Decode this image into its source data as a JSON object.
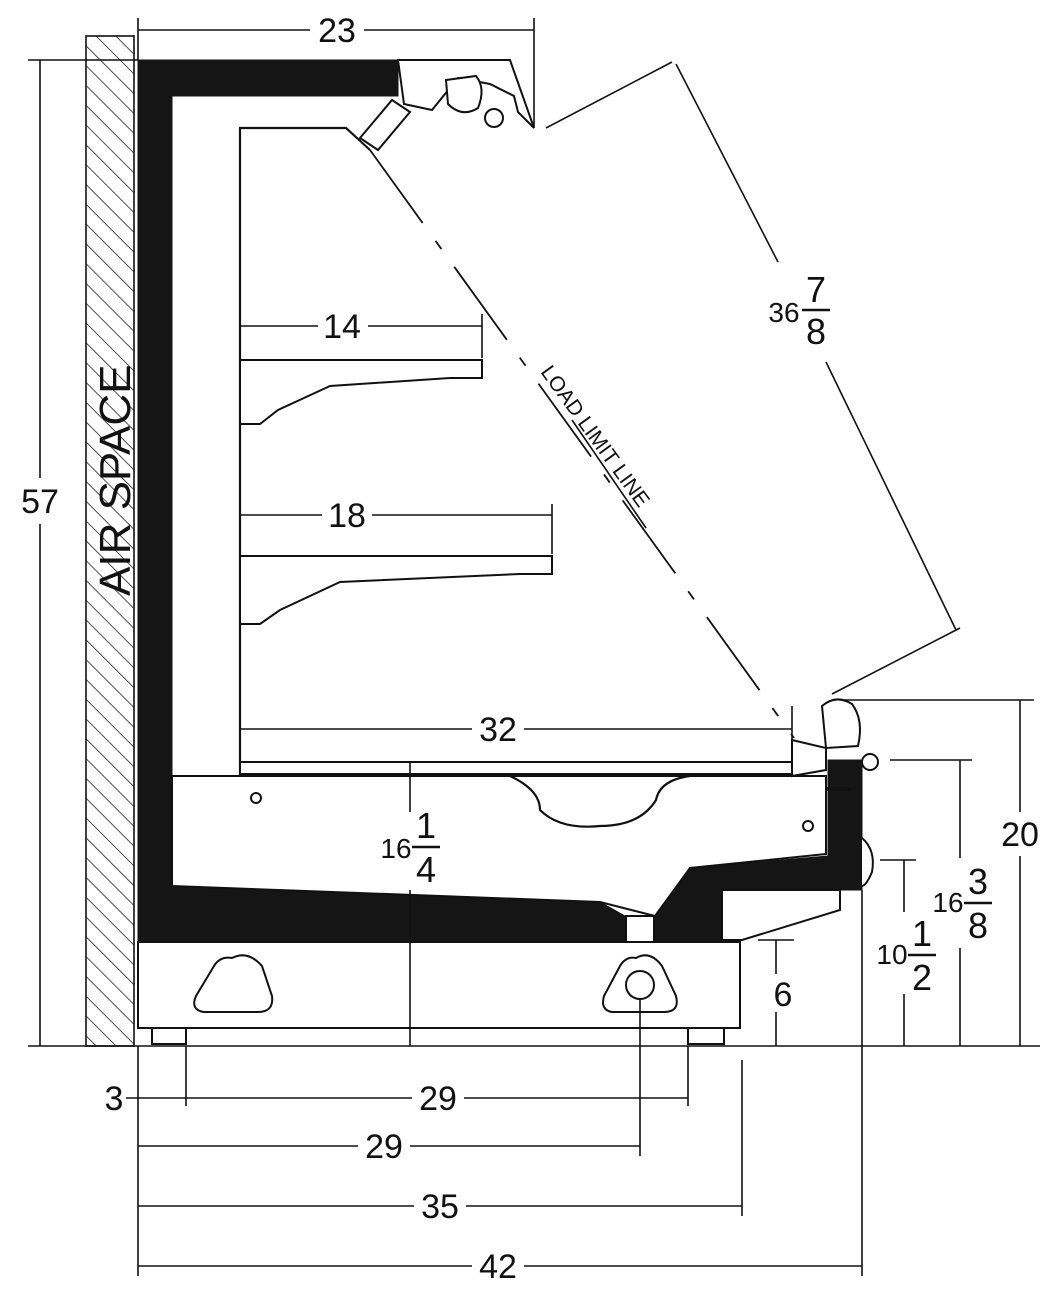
{
  "labels": {
    "air_space": "AIR SPACE",
    "load_limit_line": "LOAD LIMIT LINE"
  },
  "dimensions": {
    "top_width": "23",
    "diagonal": {
      "whole": "36",
      "num": "7",
      "den": "8"
    },
    "total_height": "57",
    "shelf_upper": "14",
    "shelf_middle": "18",
    "deck": "32",
    "deck_height": {
      "whole": "16",
      "num": "1",
      "den": "4"
    },
    "front_height": "20",
    "bumper_height": {
      "whole": "16",
      "num": "3",
      "den": "8"
    },
    "sill_height": {
      "whole": "10",
      "num": "1",
      "den": "2"
    },
    "base_height": "6",
    "rear_offset": "3",
    "leg_span": "29",
    "drain_offset": "29",
    "base_depth": "35",
    "overall_depth": "42"
  }
}
